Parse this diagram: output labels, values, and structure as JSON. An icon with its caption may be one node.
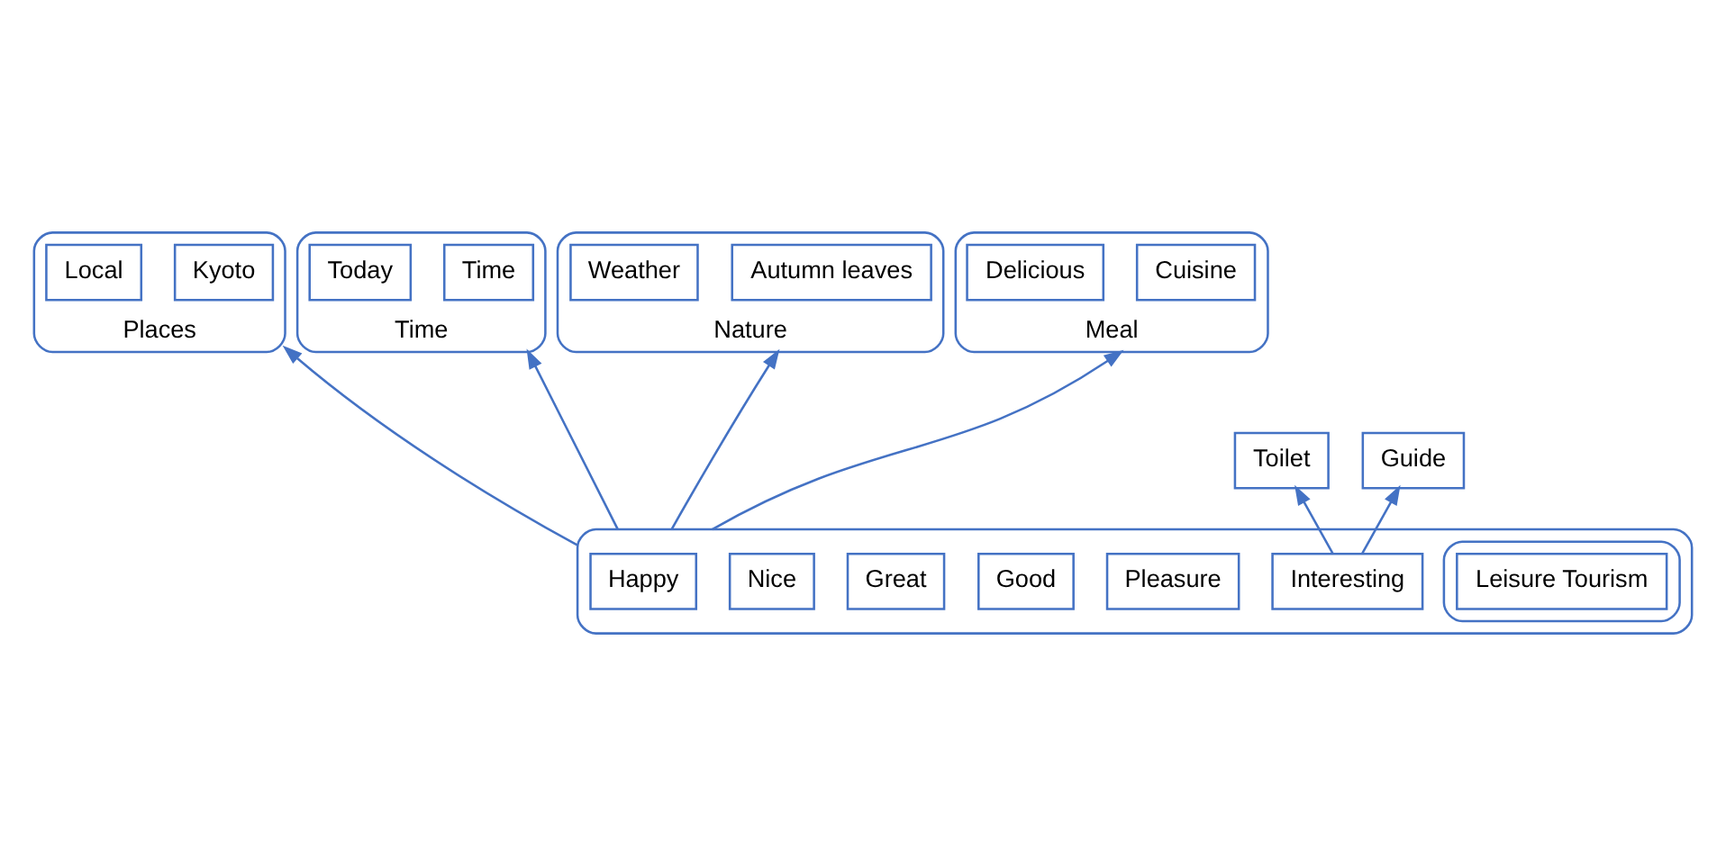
{
  "diagram": {
    "nodes": [
      {
        "text": [
          "Places"
        ]
      },
      {
        "text": [
          "Kyoto"
        ],
        "in": 0
      },
      {
        "text": [
          "Local"
        ],
        "in": 0
      },
      {
        "text": [
          "Time"
        ]
      },
      {
        "text": [
          "Time"
        ],
        "in": 3
      },
      {
        "text": [
          "Today"
        ],
        "in": 3
      },
      {
        "text": [
          "Nature"
        ]
      },
      {
        "text": [
          "Autumn leaves"
        ],
        "in": 6
      },
      {
        "text": [
          "Weather"
        ],
        "in": 6
      },
      {
        "text": [
          "Meal"
        ]
      },
      {
        "text": [
          "Cuisine"
        ],
        "in": 9
      },
      {
        "text": [
          "Delicious"
        ],
        "in": 9
      },
      {
        "text": [
          "Toilet"
        ]
      },
      {
        "text": [],
        "shape": "ellipse"
      },
      {
        "text": [
          "Happy"
        ],
        "in": 13
      },
      {
        "text": [
          "Pleasure"
        ],
        "in": 13
      },
      {
        "text": [
          "Good"
        ],
        "in": 13
      },
      {
        "text": [
          "Great"
        ],
        "in": 13
      },
      {
        "text": [
          "Guide"
        ]
      },
      {
        "text": [],
        "shape": "ellipse",
        "in": 13
      },
      {
        "text": [
          "Leisure Tourism"
        ],
        "in": 19
      },
      {
        "text": [
          "Nice"
        ],
        "in": 13
      },
      {
        "text": [
          "Interesting"
        ],
        "in": 13
      }
    ],
    "edges": [
      {
        "from": 13,
        "to": 0,
        "arrow": "to"
      },
      {
        "from": 13,
        "to": 3,
        "arrow": "to"
      },
      {
        "from": 13,
        "to": 6,
        "arrow": "to"
      },
      {
        "from": 13,
        "to": 9,
        "arrow": "to"
      },
      {
        "from": 22,
        "to": 12,
        "arrow": "to"
      },
      {
        "from": 22,
        "to": 18,
        "arrow": "to"
      }
    ]
  }
}
